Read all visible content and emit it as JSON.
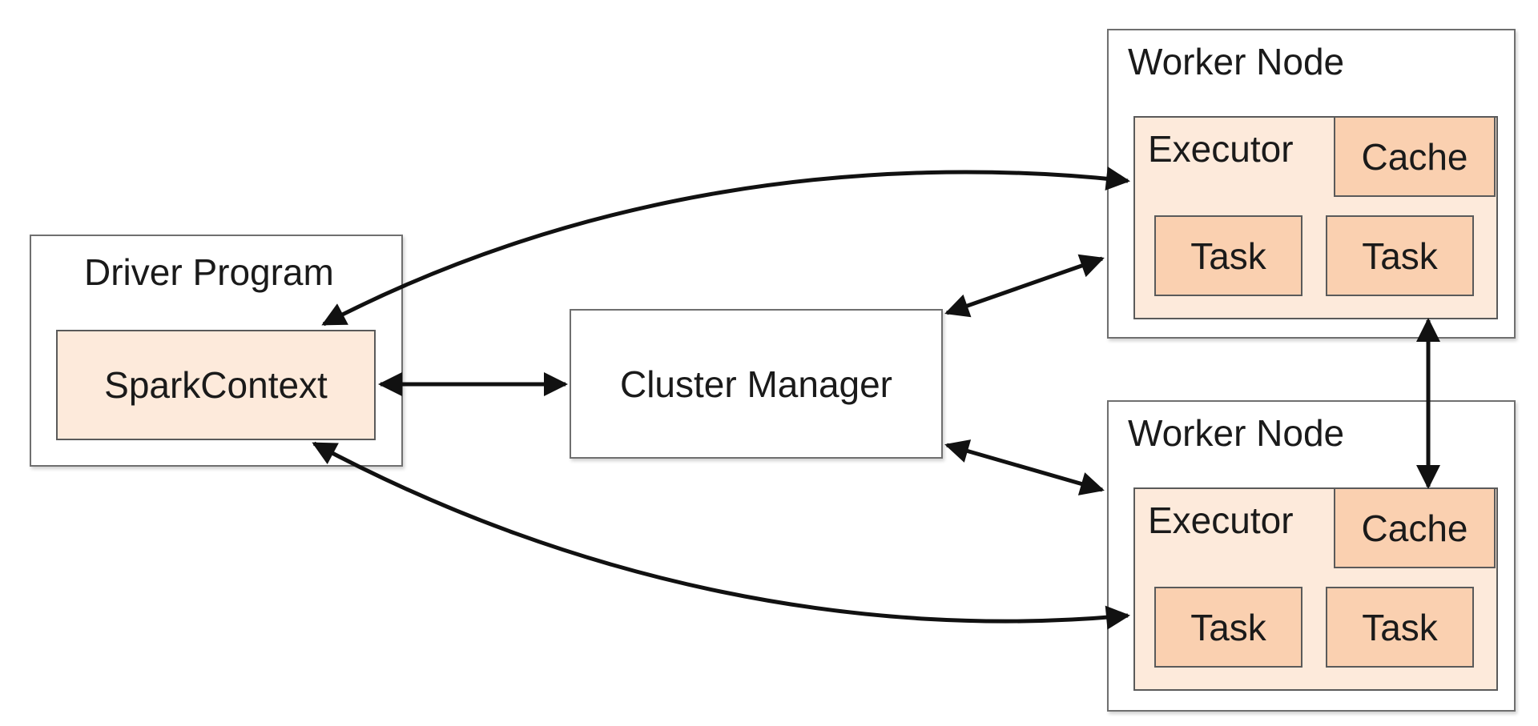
{
  "driver": {
    "title": "Driver Program",
    "context_label": "SparkContext"
  },
  "cluster_manager": {
    "label": "Cluster Manager"
  },
  "workers": [
    {
      "title": "Worker Node",
      "executor_label": "Executor",
      "cache_label": "Cache",
      "tasks": [
        "Task",
        "Task"
      ]
    },
    {
      "title": "Worker Node",
      "executor_label": "Executor",
      "cache_label": "Cache",
      "tasks": [
        "Task",
        "Task"
      ]
    }
  ],
  "colors": {
    "executor_fill": "#fdeadb",
    "cache_task_fill": "#fad0b0",
    "border": "#5a5a5a",
    "arrow": "#111111"
  }
}
